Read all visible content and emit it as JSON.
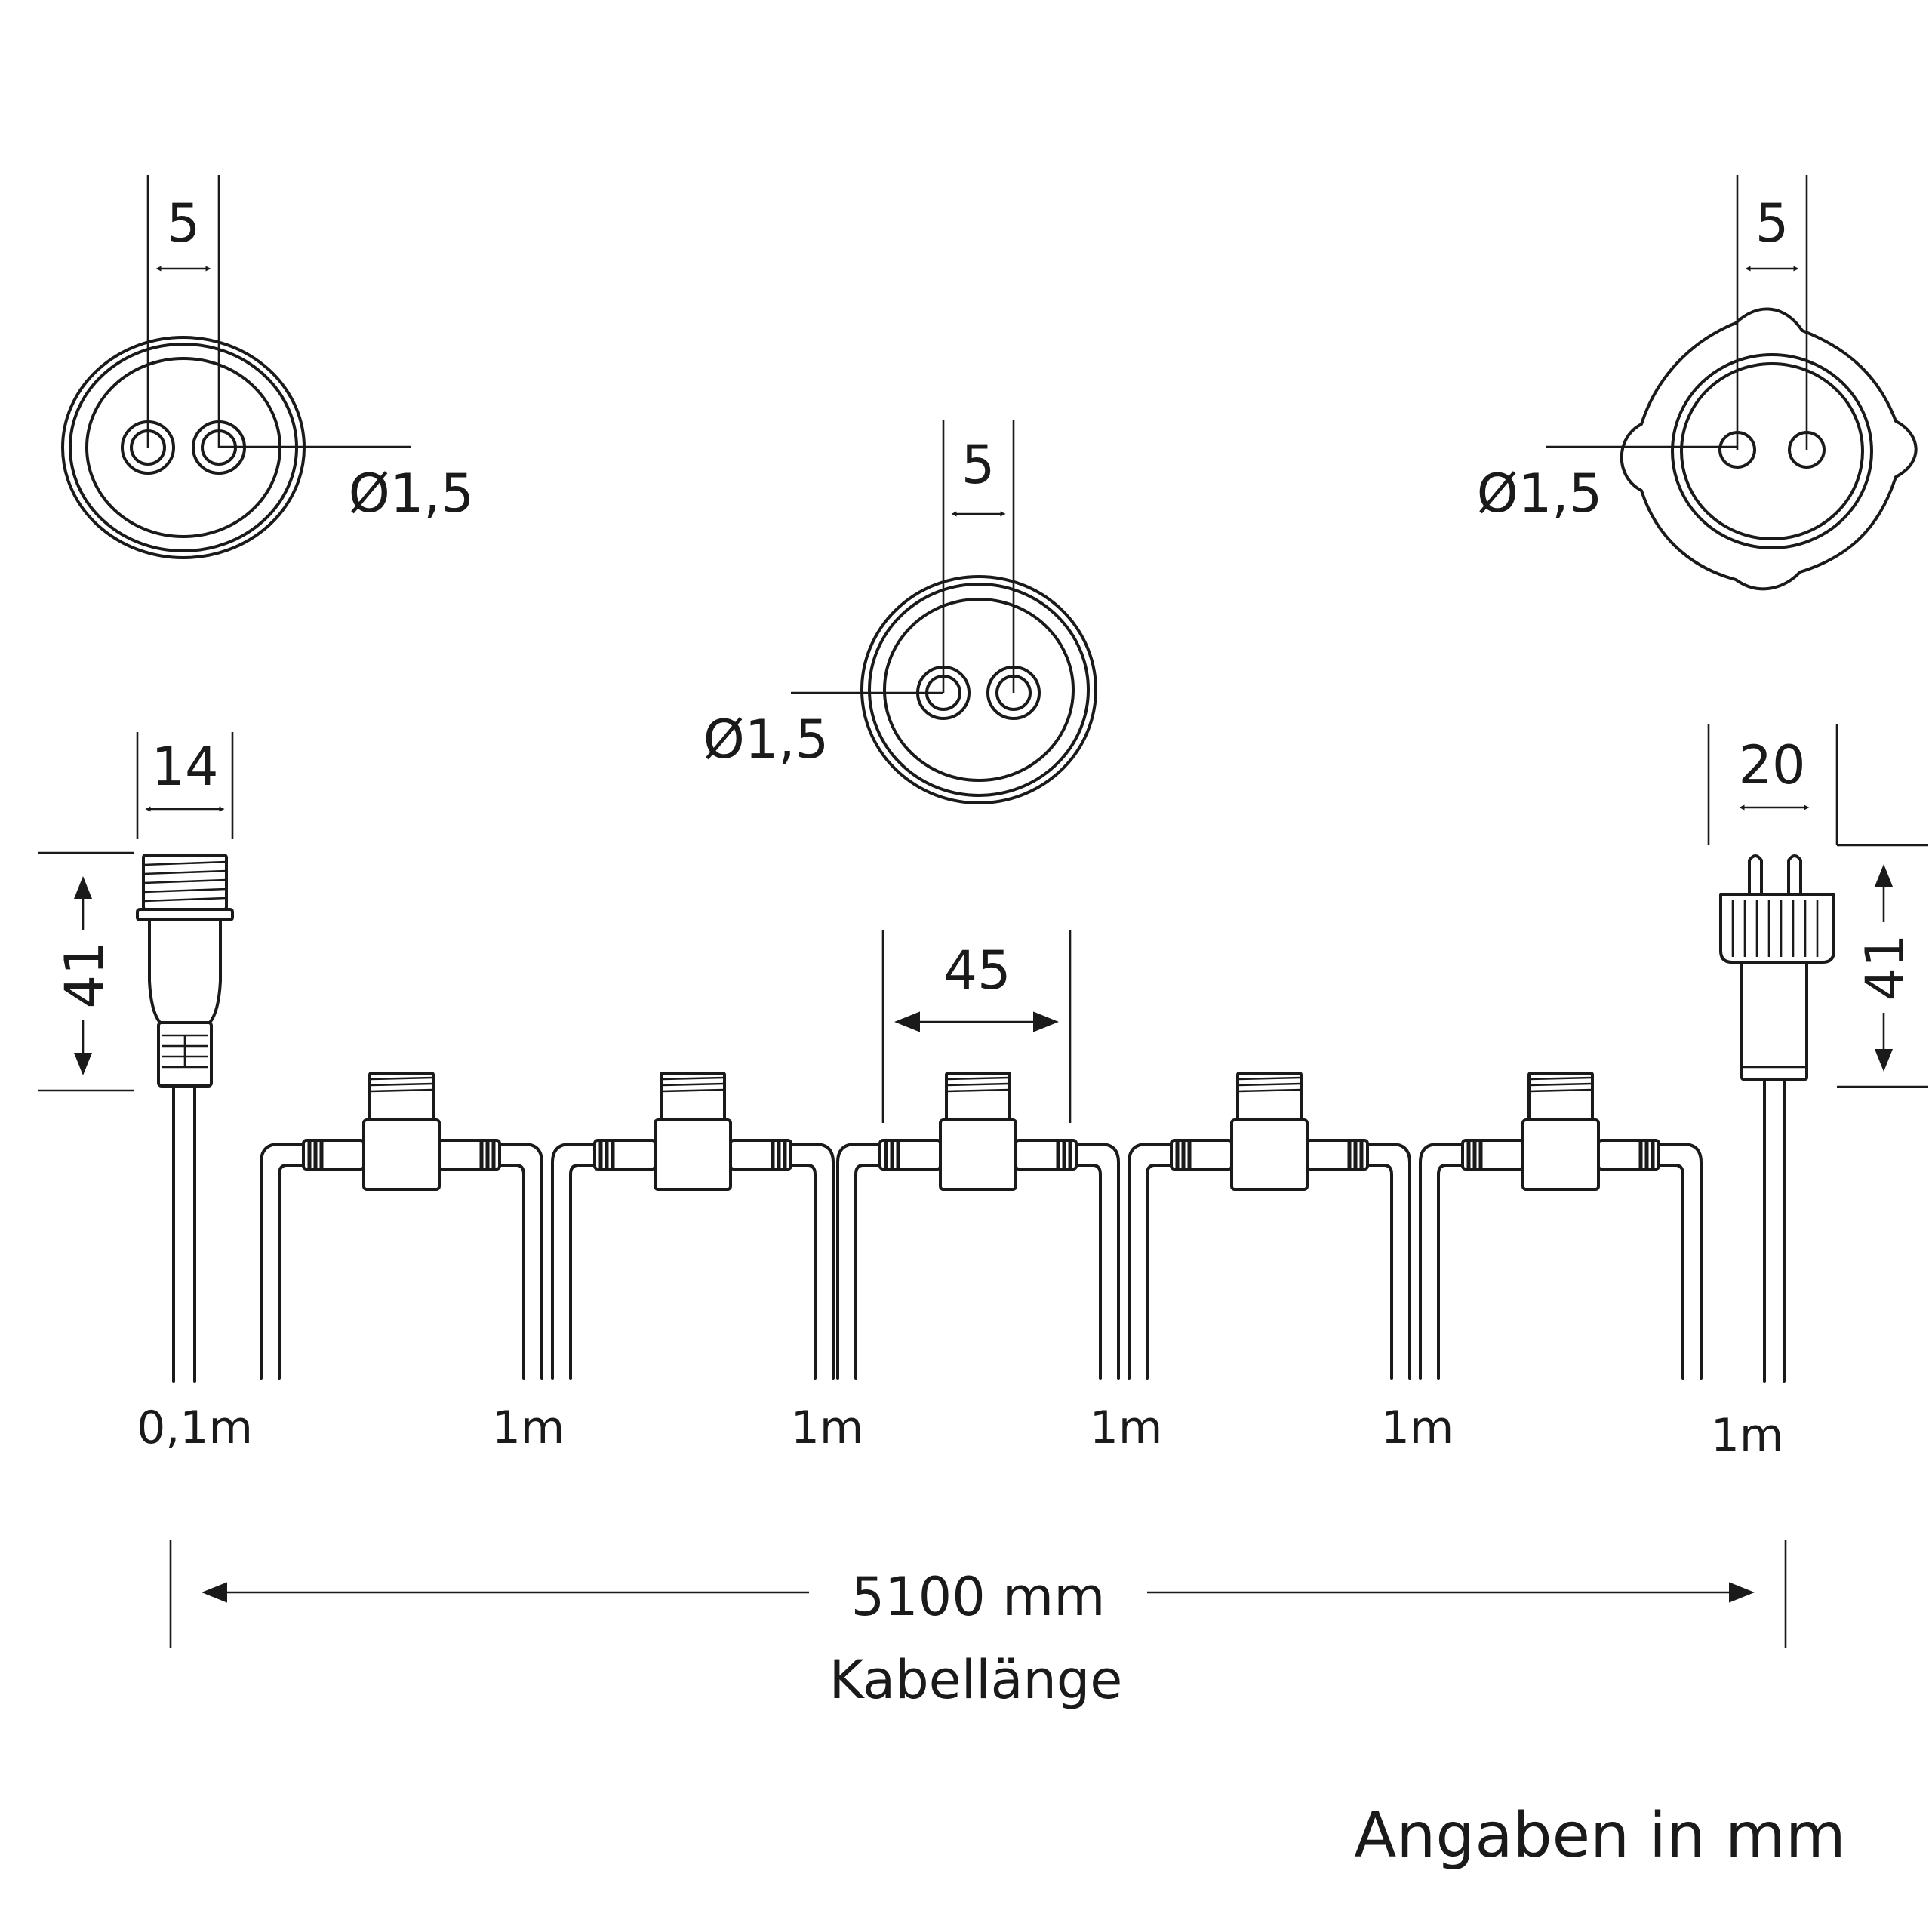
{
  "labels": {
    "pin_spacing_left": "5",
    "pin_spacing_middle": "5",
    "pin_spacing_right": "5",
    "diameter_left": "Ø1,5",
    "diameter_middle": "Ø1,5",
    "diameter_right": "Ø1,5",
    "width_left_connector": "14",
    "width_right_connector": "20",
    "height_left_connector": "41",
    "height_right_connector": "41",
    "width_t_connector": "45",
    "segments": [
      "0,1m",
      "1m",
      "1m",
      "1m",
      "1m",
      "1m"
    ],
    "total_length": "5100 mm",
    "total_length_caption": "Kabellänge",
    "units_note": "Angaben in mm"
  },
  "colors": {
    "line": "#1a1a1a",
    "background": "#ffffff"
  }
}
